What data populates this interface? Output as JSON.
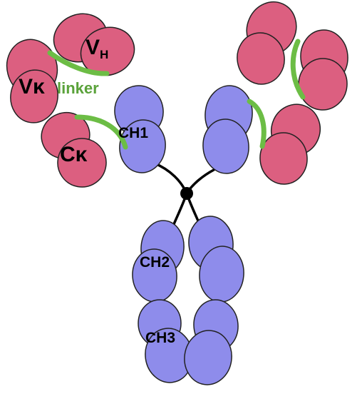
{
  "labels": {
    "vh": "V",
    "vh_subscript": "H",
    "vk": "Vκ",
    "linker": "linker",
    "ck": "Cκ",
    "ch1": "CH1",
    "ch2": "CH2",
    "ch3": "CH3"
  },
  "colors": {
    "light_chain_domain": "#dc5f80",
    "heavy_chain_domain": "#8e8ceb",
    "linker": "#6cbd45",
    "linker_text": "#5aa23a",
    "hinge": "#000000",
    "outline": "#222222"
  }
}
